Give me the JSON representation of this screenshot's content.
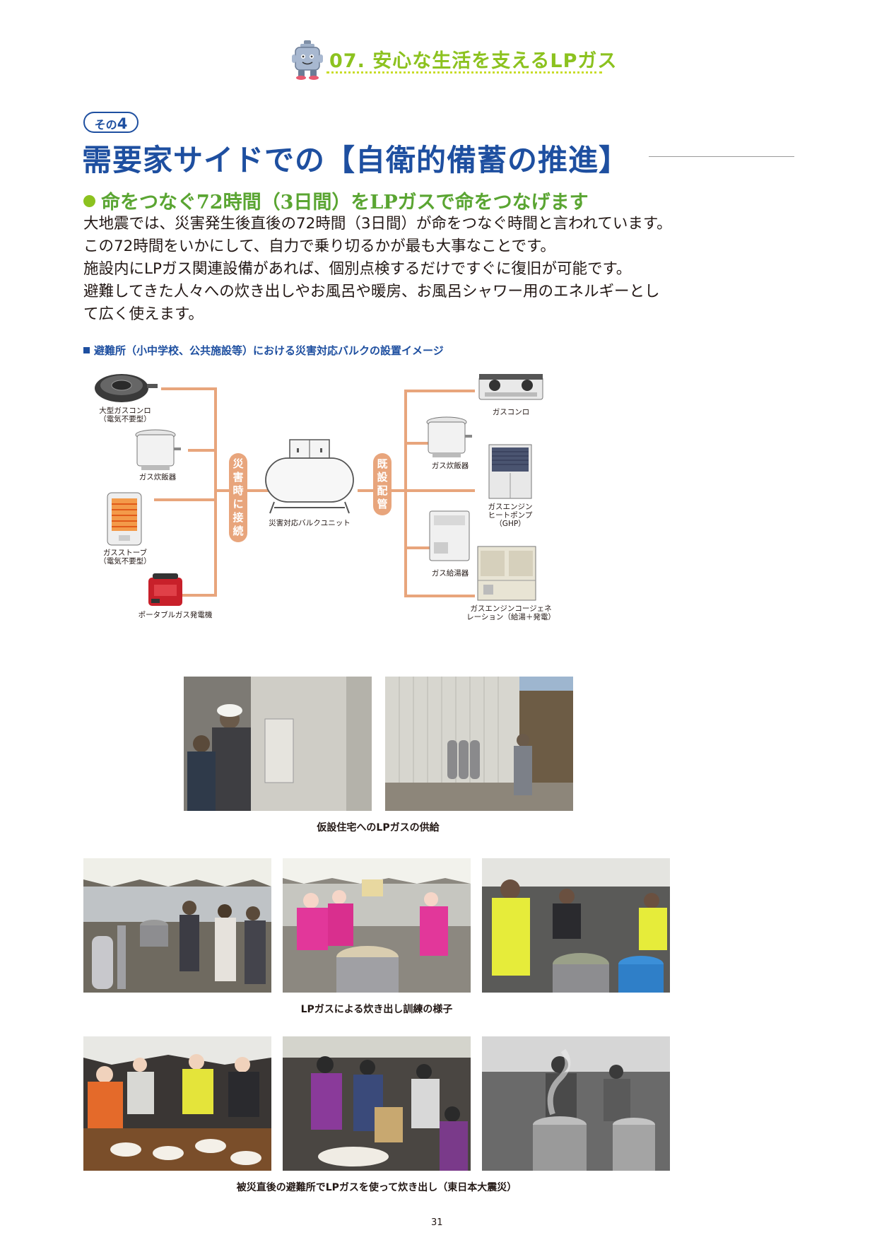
{
  "header": {
    "chapter_title": "07. 安心な生活を支えるLPガス",
    "mascot_icon": "gas-cylinder-mascot-icon"
  },
  "section": {
    "badge_prefix": "その",
    "badge_number": "4",
    "title": "需要家サイドでの【自衛的備蓄の推進】",
    "subheading": "命をつなぐ72時間（3日間）をLPガスで命をつなげます",
    "body_lines": [
      "大地震では、災害発生後直後の72時間（3日間）が命をつなぐ時間と言われています。",
      "この72時間をいかにして、自力で乗り切るかが最も大事なことです。",
      "施設内にLPガス関連設備があれば、個別点検するだけですぐに復旧が可能です。",
      "避難してきた人々への炊き出しやお風呂や暖房、お風呂シャワー用のエネルギーとし",
      "て広く使えます。"
    ]
  },
  "diagram": {
    "caption": "避難所（小中学校、公共施設等）における災害対応バルクの設置イメージ",
    "center_label": "災害対応バルクユニット",
    "left_connector": "災害時に接続",
    "right_connector": "既設配管",
    "left_items": [
      {
        "label1": "大型ガスコンロ",
        "label2": "（電気不要型）",
        "icon": "large-gas-stove-icon"
      },
      {
        "label1": "ガス炊飯器",
        "label2": "",
        "icon": "rice-cooker-icon"
      },
      {
        "label1": "ガスストーブ",
        "label2": "（電気不要型）",
        "icon": "gas-heater-icon"
      },
      {
        "label1": "ポータブルガス発電機",
        "label2": "",
        "icon": "portable-generator-icon"
      }
    ],
    "right_items": [
      {
        "label1": "ガスコンロ",
        "label2": "",
        "label3": "",
        "icon": "gas-stove-icon"
      },
      {
        "label1": "ガス炊飯器",
        "label2": "",
        "label3": "",
        "icon": "rice-cooker-icon"
      },
      {
        "label1": "ガスエンジン",
        "label2": "ヒートポンプ",
        "label3": "（GHP）",
        "icon": "ghp-unit-icon"
      },
      {
        "label1": "ガス給湯器",
        "label2": "",
        "label3": "",
        "icon": "water-heater-icon"
      },
      {
        "label1": "ガスエンジンコージェネ",
        "label2": "レーション（給湯＋発電）",
        "label3": "",
        "icon": "cogeneration-unit-icon"
      }
    ]
  },
  "photos": {
    "caption1": "仮設住宅へのLPガスの供給",
    "caption2": "LPガスによる炊き出し訓練の様子",
    "caption3": "被災直後の避難所でLPガスを使って炊き出し（東日本大震災）"
  },
  "page_number": "31"
}
